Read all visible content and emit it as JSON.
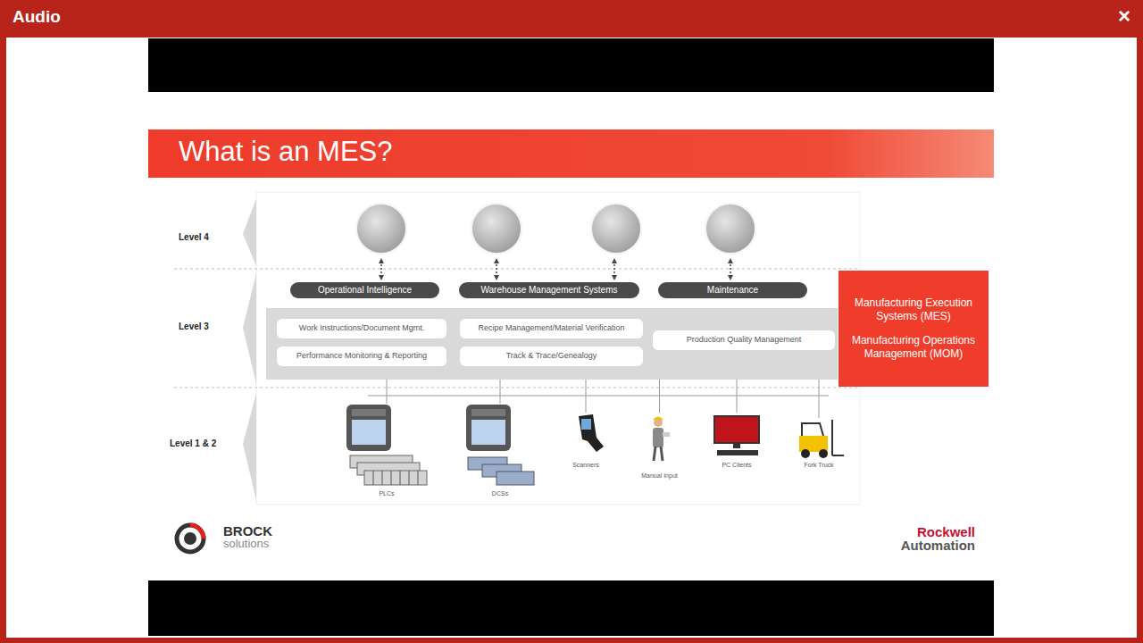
{
  "diagram": {
    "title": "What is an MES?",
    "nodes": [
      {
        "text": [
          "Operational Intelligence"
        ]
      },
      {
        "text": [
          "Warehouse Management Systems"
        ]
      },
      {
        "text": [
          "Maintenance"
        ]
      },
      {
        "text": [
          "Manufacturing Execution Systems (MES)",
          "Manufacturing Operations Management (MOM)"
        ]
      },
      {
        "text": []
      },
      {
        "text": [
          "Work Instructions/Document Mgmt."
        ],
        "in": 4
      },
      {
        "text": [
          "Recipe Management/Material Verification"
        ],
        "in": 4
      },
      {
        "text": [
          "Production Quality Management"
        ],
        "in": 4
      },
      {
        "text": [
          "Performance Monitoring & Reporting"
        ],
        "in": 4
      },
      {
        "text": [
          "Track & Trace/Genealogy"
        ],
        "in": 4
      },
      {
        "text": [
          "PLCs"
        ]
      },
      {
        "text": [
          "DCSs"
        ]
      },
      {
        "text": [
          "Scanners"
        ]
      },
      {
        "text": [
          "Manual Input"
        ]
      },
      {
        "text": [
          "PC Clients"
        ]
      },
      {
        "text": [
          "Fork Truck"
        ]
      }
    ],
    "edges": [
      {
        "from": 4,
        "to": 10,
        "arrow": "none"
      },
      {
        "from": 4,
        "to": 11,
        "arrow": "none"
      },
      {
        "from": 4,
        "to": 12,
        "arrow": "none"
      },
      {
        "from": 4,
        "to": 13,
        "arrow": "none"
      },
      {
        "from": 4,
        "to": 14,
        "arrow": "none"
      },
      {
        "from": 4,
        "to": 15,
        "arrow": "none"
      }
    ],
    "labels": [
      "Audio",
      "×",
      "Level 4",
      "Level 3",
      "Level 1 & 2",
      "BROCK",
      "solutions",
      "Rockwell",
      "Automation"
    ]
  }
}
